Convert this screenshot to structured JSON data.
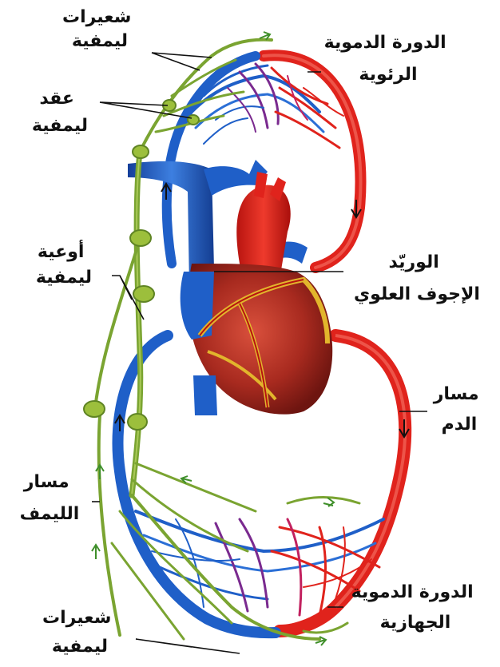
{
  "labels": {
    "lymph_capillaries_top": [
      "شعيرات",
      "ليمفية"
    ],
    "lymph_nodes": [
      "عقد",
      "ليمفية"
    ],
    "lymph_vessels": [
      "أوعية",
      "ليمفية"
    ],
    "lymph_path": [
      "مسار",
      "الليمف"
    ],
    "lymph_capillaries_bottom": [
      "شعيرات",
      "ليمفية"
    ],
    "pulmonary_circulation": [
      "الدورة الدموية",
      "الرئوية"
    ],
    "superior_vena_cava": [
      "الوريّد",
      "الإجوف العلوي"
    ],
    "blood_path": [
      "مسار",
      "الدم"
    ],
    "systemic_circulation": [
      "الدورة الدموية",
      "الجهازية"
    ]
  },
  "colors": {
    "artery_red": "#e0231c",
    "vein_blue": "#1f5fc8",
    "lymph_green": "#7aa431",
    "lymph_node_green": "#9cbf3c",
    "capillary_purple": "#7a2a8f",
    "heart_muscle": "#c0392b",
    "fat_yellow": "#e2b52c",
    "label_text": "#111111",
    "leader_line": "#111111"
  }
}
